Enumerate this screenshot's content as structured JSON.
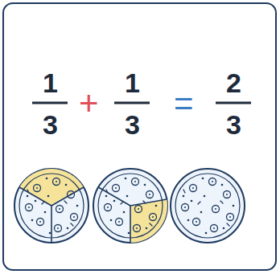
{
  "diagram": {
    "labels": [
      "1",
      "3",
      "+",
      "1",
      "3",
      "=",
      "2",
      "3"
    ]
  }
}
